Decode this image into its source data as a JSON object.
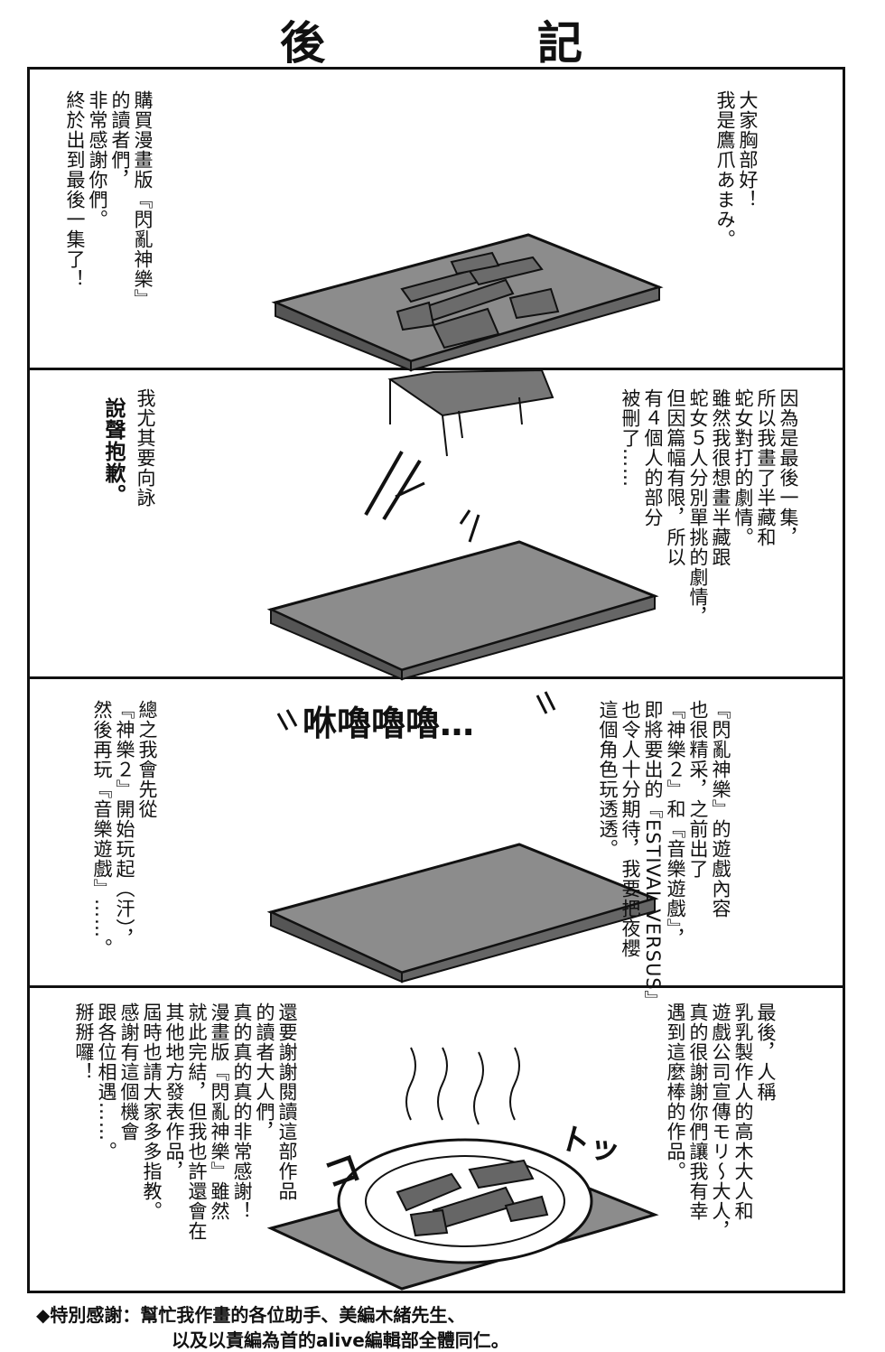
{
  "page_title": {
    "char1": "後",
    "char2": "記"
  },
  "panels": [
    {
      "right_text": "大家胸部好！\n我是鷹爪あまみ。",
      "left_text": "購買漫畫版『閃亂神樂』\n的讀者們，\n非常感謝你們。\n終於出到最後一集了！"
    },
    {
      "right_text": "因為是最後一集，\n所以我畫了半藏和\n蛇女對打的劇情。\n雖然我很想畫半藏跟\n蛇女５人分別單挑的劇情，\n但因篇幅有限，所以\n有４個人的部分\n被刪了……",
      "left_text": "我尤其要向詠",
      "left_bold": "說聲抱歉。"
    },
    {
      "sfx": "咻嚕嚕嚕…",
      "right_text": "『閃亂神樂』的遊戲內容\n也很精采，之前出了\n『神樂２』和『音樂遊戲』，\n即將要出的『ESTIVAL VERSUS』\n也令人十分期待，我要把夜櫻\n這個角色玩透透。",
      "left_text": "總之我會先從\n『神樂２』開始玩起（汗），\n然後再玩『音樂遊戲』……。"
    },
    {
      "sfx_left": "コ",
      "sfx_right": "トッ",
      "right_text": "最後，人稱\n乳乳製作人的高木大人和\n遊戲公司宣傳モリ～大人，\n真的很謝謝你們讓我有幸\n遇到這麼棒的作品。",
      "left_text": "還要謝謝閱讀這部作品\n的讀者大人們，\n真的真的真的非常感謝！\n漫畫版『閃亂神樂』雖然\n就此完結，但我也許還會在\n其他地方發表作品，\n屆時也請大家多多指教。\n感謝有這個機會\n跟各位相遇……。\n掰掰囉！"
    }
  ],
  "footer": {
    "line1": "◆特別感謝：幫忙我作畫的各位助手、美編木緒先生、",
    "line2": "以及以責編為首的alive編輯部全體同仁。"
  }
}
